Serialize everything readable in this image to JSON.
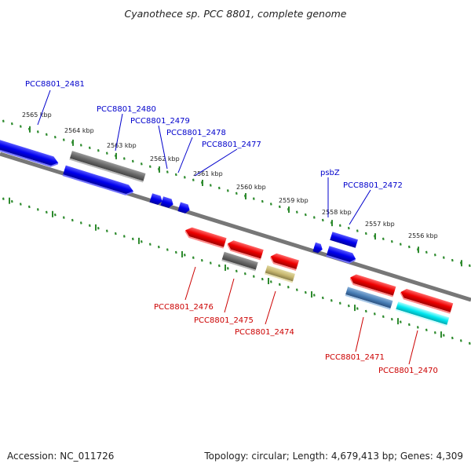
{
  "title": "Cyanothece sp. PCC 8801, complete genome",
  "footer": {
    "accession": "Accession: NC_011726",
    "summary": "Topology: circular; Length: 4,679,413 bp; Genes: 4,309"
  },
  "colors": {
    "backbone": "#777777",
    "ticks": "#2e8b2e",
    "plus_label": "#0000cc",
    "minus_label": "#cc0000"
  },
  "kbp_labels": [
    "2565 kbp",
    "2564 kbp",
    "2563 kbp",
    "2562 kbp",
    "2561 kbp",
    "2560 kbp",
    "2559 kbp",
    "2558 kbp",
    "2557 kbp",
    "2556 kbp"
  ],
  "plus_genes": [
    "PCC8801_2481",
    "PCC8801_2480",
    "PCC8801_2479",
    "PCC8801_2478",
    "PCC8801_2477",
    "psbZ",
    "PCC8801_2472"
  ],
  "minus_genes": [
    "PCC8801_2476",
    "PCC8801_2475",
    "PCC8801_2474",
    "PCC8801_2471",
    "PCC8801_2470"
  ]
}
